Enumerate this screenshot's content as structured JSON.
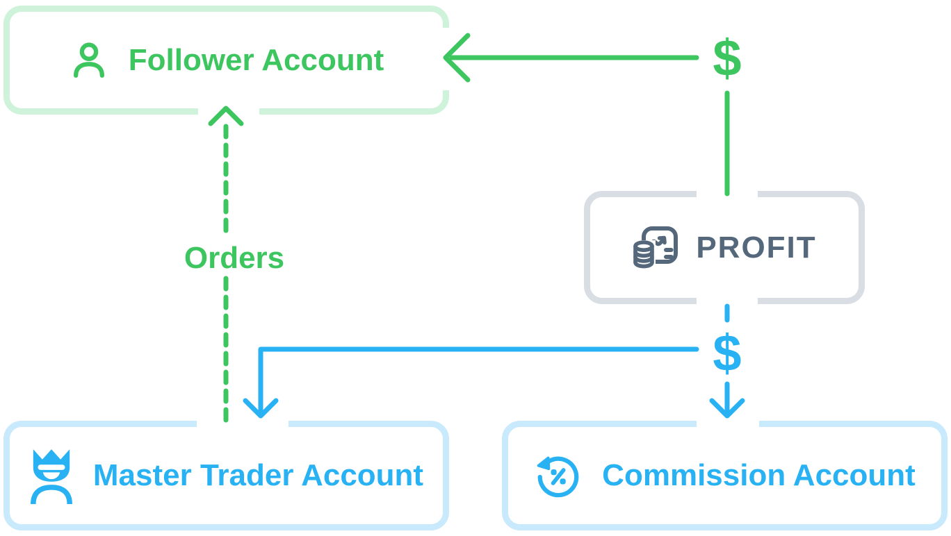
{
  "palette": {
    "green": "#3DC55F",
    "green_light_border": "#CFF3DA",
    "blue": "#29B2F3",
    "blue_light_border": "#C9E9FC",
    "slate": "#54677B",
    "gray_border": "#D9DEE4",
    "background": "#FFFFFF"
  },
  "nodes": {
    "follower": {
      "label": "Follower Account",
      "icon": "user-icon"
    },
    "profit": {
      "label": "PROFIT",
      "icon": "report-coins-icon"
    },
    "master": {
      "label": "Master Trader Account",
      "icon": "crown-user-icon"
    },
    "commission": {
      "label": "Commission Account",
      "icon": "percent-refresh-icon"
    }
  },
  "edges": {
    "profit_to_follower": {
      "symbol": "$",
      "color": "#3DC55F",
      "style": "solid-arrow-left"
    },
    "orders": {
      "label": "Orders",
      "color": "#3DC55F",
      "style": "dashed-arrow-up"
    },
    "profit_payout": {
      "symbol": "$",
      "color": "#29B2F3",
      "style": "solid-arrows-down"
    }
  }
}
